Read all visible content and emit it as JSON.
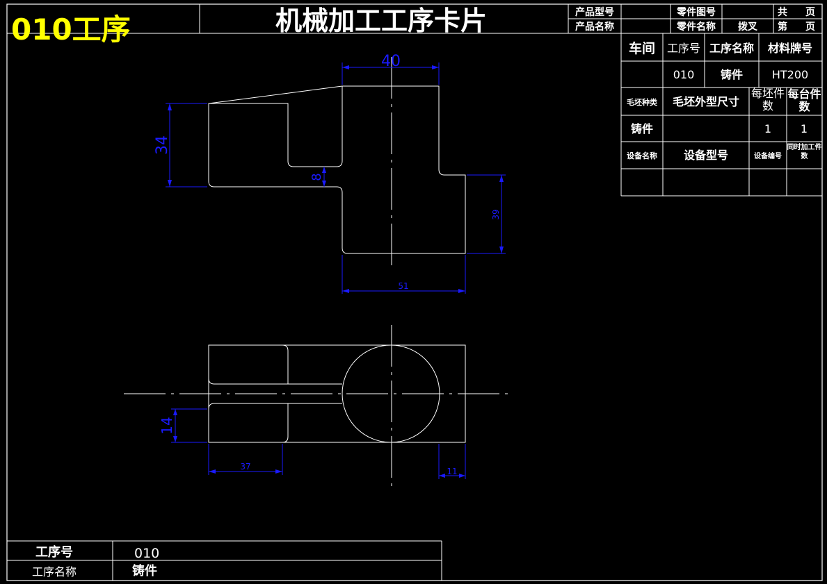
{
  "header": {
    "process_label": "010工序",
    "title": "机械加工工序卡片",
    "product_model_label": "产品型号",
    "product_name_label": "产品名称",
    "part_drawing_label": "零件图号",
    "part_name_label": "零件名称",
    "part_name_value": "拨叉",
    "total_label": "共",
    "page_label": "页",
    "seq_label": "第",
    "page_label2": "页"
  },
  "info_table": {
    "workshop_label": "车间",
    "op_no_label": "工序号",
    "op_name_label": "工序名称",
    "material_label": "材料牌号",
    "op_no_value": "010",
    "op_name_value": "铸件",
    "material_value": "HT200",
    "blank_type_label": "毛坯种类",
    "blank_size_label": "毛坯外型尺寸",
    "per_blank_label": "每坯件数",
    "per_unit_label": "每台件数",
    "blank_type_value": "铸件",
    "per_blank_value": "1",
    "per_unit_value": "1",
    "equip_name_label": "设备名称",
    "equip_model_label": "设备型号",
    "equip_no_label": "设备编号",
    "simul_label": "同时加工件数"
  },
  "dimensions": {
    "top_width": "40",
    "left_height": "34",
    "slot_height": "8",
    "right_height": "39",
    "bottom_width": "51",
    "plan_height": "14",
    "plan_left_width": "37",
    "plan_right_width": "11"
  },
  "footer": {
    "op_no_label": "工序号",
    "op_no_value": "010",
    "op_name_label": "工序名称",
    "op_name_value": "铸件"
  },
  "colors": {
    "background": "#000000",
    "line": "#ffffff",
    "dimension": "#1a1aff",
    "highlight": "#ffff00"
  }
}
